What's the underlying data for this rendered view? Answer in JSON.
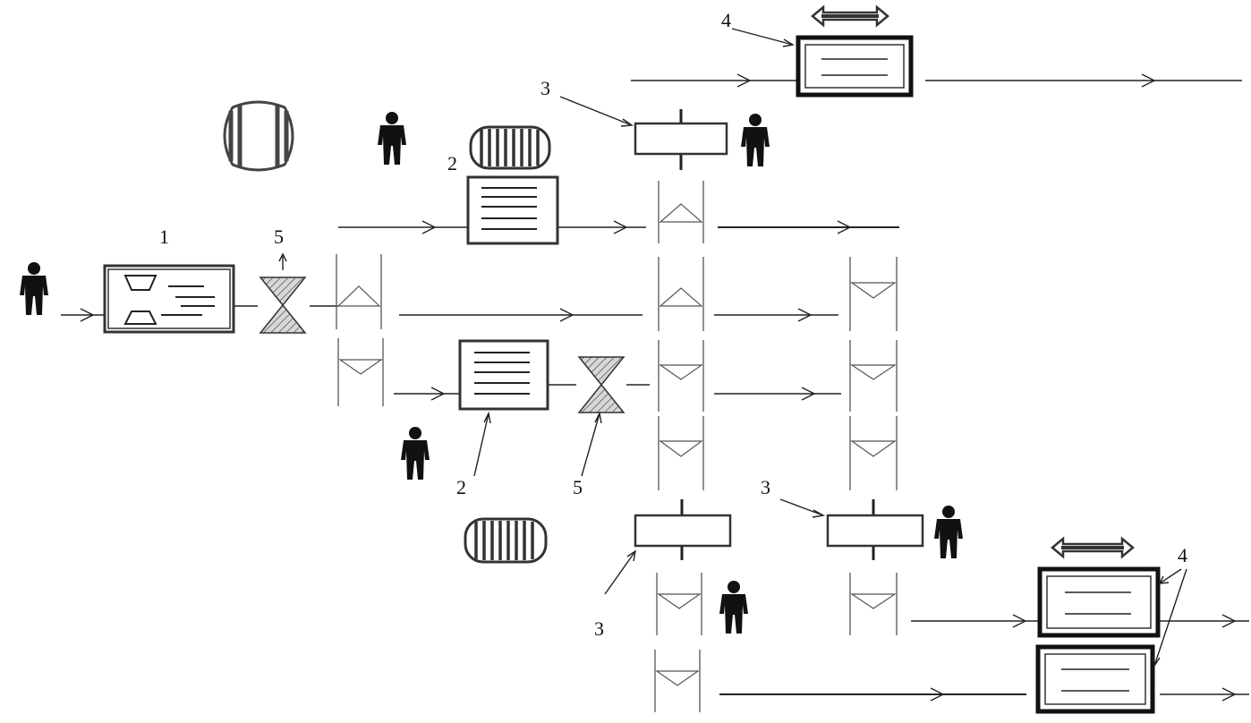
{
  "labels": {
    "equipment_1": "1",
    "equipment_2_top": "2",
    "equipment_2_bottom": "2",
    "equipment_3_top": "3",
    "equipment_3_lower_left": "3",
    "equipment_3_lower_right": "3",
    "equipment_4_top": "4",
    "equipment_4_bottom": "4",
    "equipment_5_top": "5",
    "equipment_5_bottom": "5"
  },
  "icons": {
    "operator": "person-icon",
    "roller_drum": "drum-icon",
    "valve": "valve-icon",
    "conveyor": "conveyor-icon",
    "crane": "crane-icon"
  }
}
